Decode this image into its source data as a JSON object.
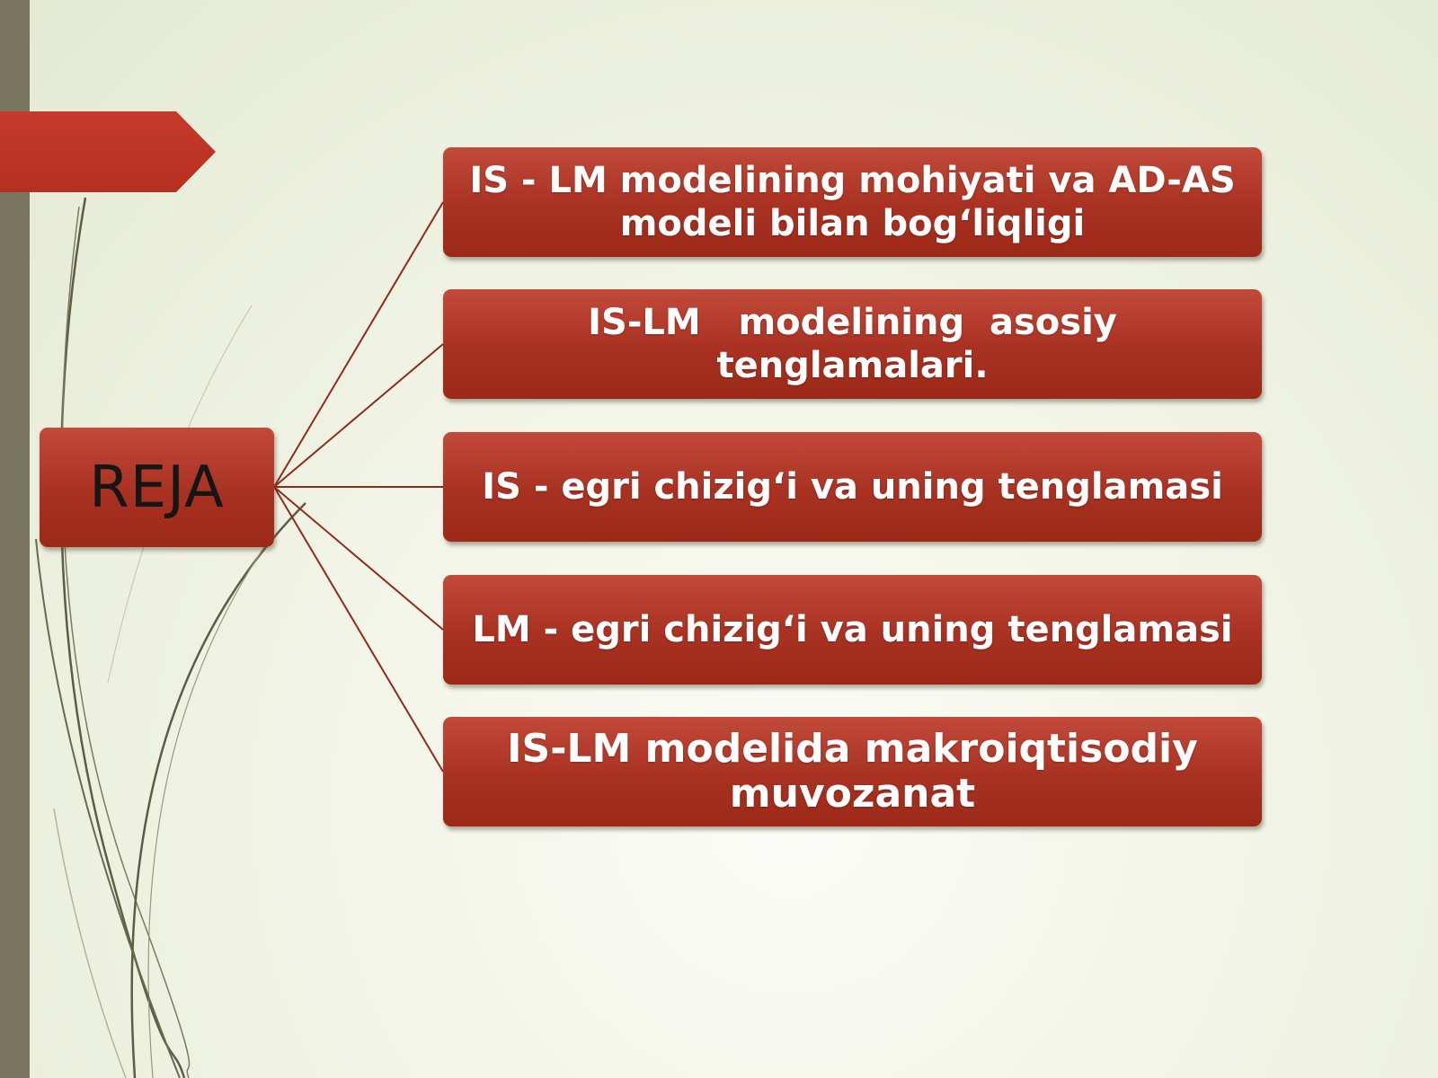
{
  "colors": {
    "box_fill": "#a83122",
    "box_text": "#ffffff",
    "root_text": "#161616",
    "connector": "#8f2a1b",
    "left_bar": "#7a7560",
    "banner": "#c0392b"
  },
  "root": {
    "label": "REJA"
  },
  "branches": [
    {
      "label": "IS - LM modelining mohiyati va AD-AS modeli bilan bog‘liqligi"
    },
    {
      "label": "IS-LM   modelining  asosiy tenglamalari."
    },
    {
      "label": "IS - egri chizig‘i va uning tenglamasi"
    },
    {
      "label": "LM - egri chizig‘i va uning tenglamasi"
    },
    {
      "label": "IS-LM modelida makroiqtisodiy muvozanat"
    }
  ]
}
